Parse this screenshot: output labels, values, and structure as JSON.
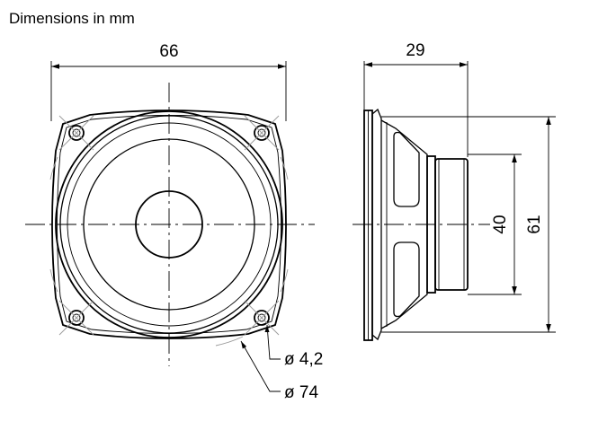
{
  "title": "Dimensions in mm",
  "front_view": {
    "width_label": "66",
    "hole_label": "ø 4,2",
    "cutout_label": "ø 74"
  },
  "side_view": {
    "depth_label": "29",
    "magnet_label": "40",
    "height_label": "61"
  },
  "colors": {
    "line": "#000000",
    "background": "#ffffff",
    "construction": "#9a9a9a"
  }
}
